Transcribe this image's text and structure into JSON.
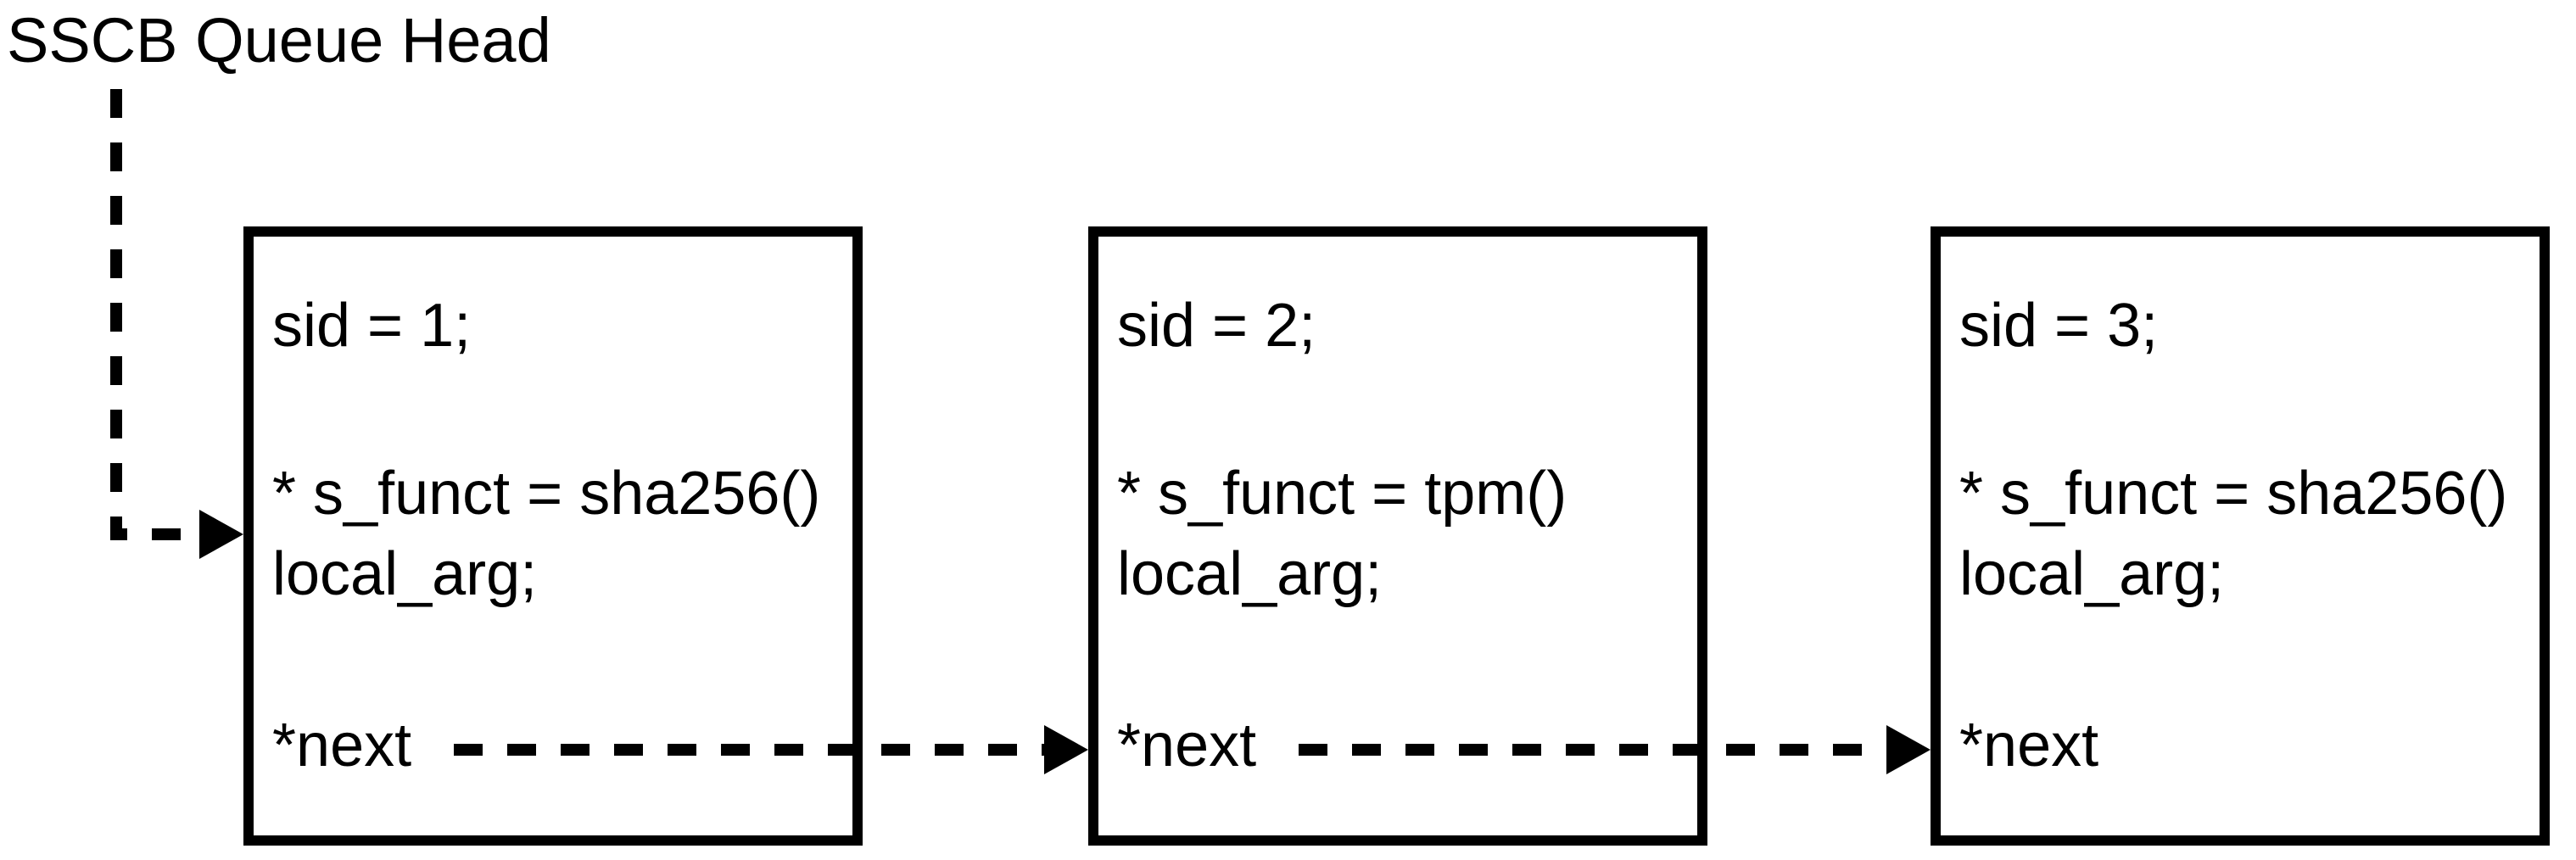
{
  "title": "SSCB Queue Head",
  "nodes": [
    {
      "id": "node-1",
      "sid_line": "sid = 1;",
      "funct_line": "* s_funct = sha256()",
      "arg_line": "local_arg;",
      "next_line": "*next"
    },
    {
      "id": "node-2",
      "sid_line": "sid = 2;",
      "funct_line": "* s_funct = tpm()",
      "arg_line": "local_arg;",
      "next_line": "*next"
    },
    {
      "id": "node-3",
      "sid_line": "sid = 3;",
      "funct_line": "* s_funct = sha256()",
      "arg_line": "local_arg;",
      "next_line": "*next"
    }
  ],
  "edges": [
    {
      "from": "SSCB Queue Head",
      "to": "node-1",
      "style": "dashed-arrow"
    },
    {
      "from": "node-1 *next",
      "to": "node-2",
      "style": "dashed-arrow"
    },
    {
      "from": "node-2 *next",
      "to": "node-3",
      "style": "dashed-arrow"
    }
  ],
  "colors": {
    "background": "#ffffff",
    "line": "#000000",
    "text": "#000000"
  }
}
